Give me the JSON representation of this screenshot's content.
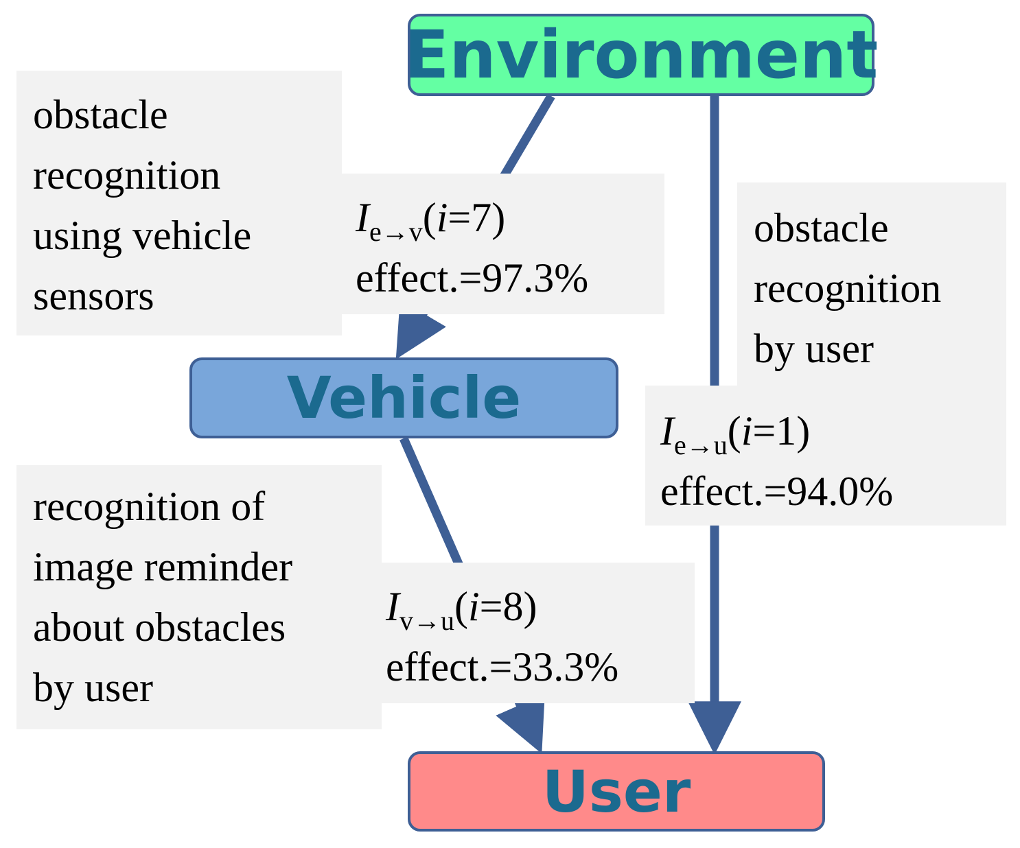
{
  "nodes": {
    "environment": "Environment",
    "vehicle": "Vehicle",
    "user": "User"
  },
  "edges": {
    "env_to_vehicle": {
      "description": [
        "obstacle",
        "recognition",
        "using vehicle",
        "sensors"
      ],
      "symbol": "I",
      "subscript": "e→v",
      "index_var": "i",
      "index_rest": "=7)",
      "effect": "effect.=97.3%"
    },
    "env_to_user": {
      "description": [
        "obstacle",
        "recognition",
        "by user"
      ],
      "symbol": "I",
      "subscript": "e→u",
      "index_var": "i",
      "index_rest": "=1)",
      "effect": "effect.=94.0%"
    },
    "vehicle_to_user": {
      "description": [
        "recognition of",
        "image reminder",
        "about obstacles",
        "by user"
      ],
      "symbol": "I",
      "subscript": "v→u",
      "index_var": "i",
      "index_rest": "=8)",
      "effect": "effect.=33.3%"
    }
  },
  "colors": {
    "environment_fill": "#64ffa3",
    "vehicle_fill": "#79a6da",
    "user_fill": "#ff8a8a",
    "node_text": "#1b6a8f",
    "arrow": "#3e5f95",
    "label_bg": "#f2f2f2"
  }
}
